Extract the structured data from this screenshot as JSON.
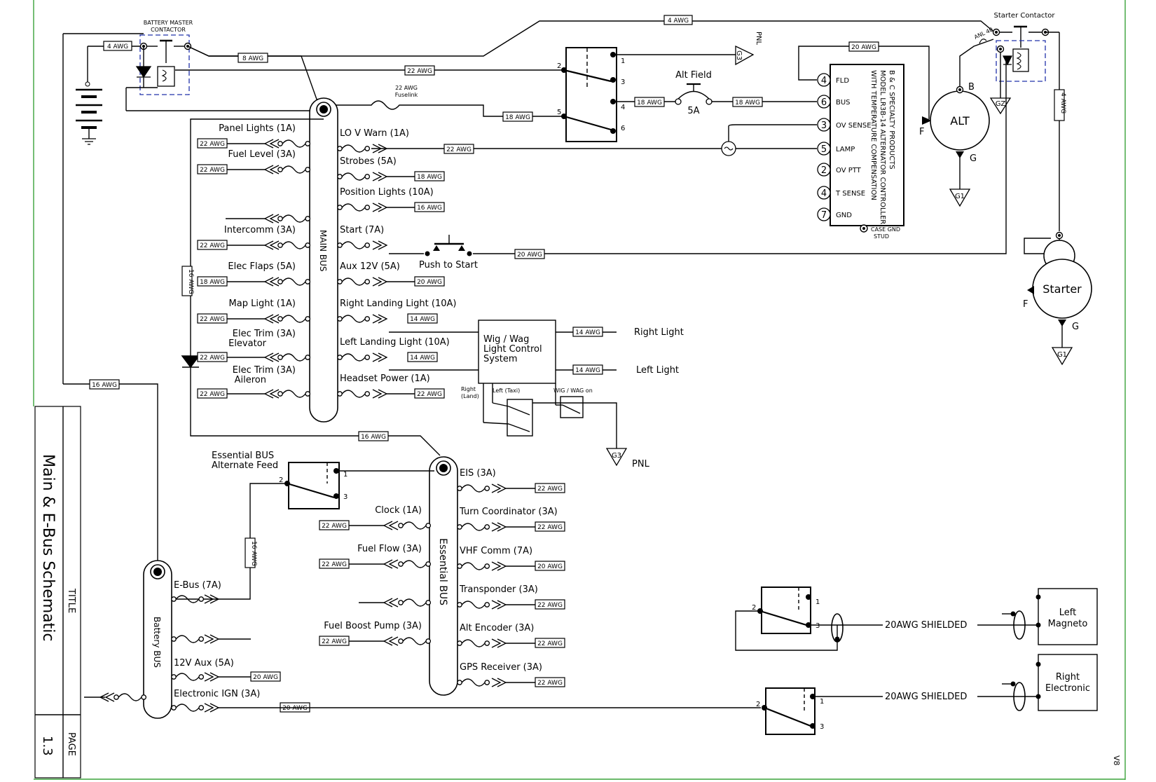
{
  "title_block": {
    "title_heading": "TITLE",
    "title": "Main & E-Bus Schematic",
    "page_heading": "PAGE",
    "page_number": "1.3"
  },
  "revision": "V8",
  "buses": {
    "main": "MAIN BUS",
    "essential": "Essential BUS",
    "battery": "Battery BUS"
  },
  "main_bus_left": [
    {
      "label": "Panel Lights (1A)",
      "awg": "22 AWG"
    },
    {
      "label": "Fuel Level (3A)",
      "awg": "22 AWG"
    },
    {
      "label": "",
      "awg": ""
    },
    {
      "label": "Intercomm (3A)",
      "awg": "22 AWG"
    },
    {
      "label": "Elec Flaps (5A)",
      "awg": "18 AWG"
    },
    {
      "label": "Map Light (1A)",
      "awg": "22 AWG"
    },
    {
      "label": "Elec Trim (3A)",
      "label2": "Elevator",
      "awg": "22 AWG"
    },
    {
      "label": "Elec Trim (3A)",
      "label2": "Aileron",
      "awg": "22 AWG"
    }
  ],
  "main_bus_right": [
    {
      "label": "LO V Warn (1A)",
      "awg": "22 AWG"
    },
    {
      "label": "Strobes (5A)",
      "awg": "18 AWG"
    },
    {
      "label": "Position Lights (10A)",
      "awg": "16 AWG"
    },
    {
      "label": "Start (7A)",
      "awg": "20 AWG"
    },
    {
      "label": "Aux 12V (5A)",
      "awg": "20 AWG"
    },
    {
      "label": "Right Landing Light (10A)",
      "awg": "14 AWG"
    },
    {
      "label": "Left Landing Light (10A)",
      "awg": "14 AWG"
    },
    {
      "label": "Headset Power (1A)",
      "awg": "22 AWG"
    }
  ],
  "ebus_left": [
    {
      "label": "Clock (1A)",
      "awg": "22 AWG"
    },
    {
      "label": "Fuel Flow (3A)",
      "awg": "22 AWG"
    },
    {
      "label": "",
      "awg": ""
    },
    {
      "label": "Fuel Boost Pump (3A)",
      "awg": "22 AWG"
    }
  ],
  "ebus_right": [
    {
      "label": "EIS (3A)",
      "awg": "22 AWG"
    },
    {
      "label": "Turn Coordinator (3A)",
      "awg": "22 AWG"
    },
    {
      "label": "VHF Comm (7A)",
      "awg": "20 AWG"
    },
    {
      "label": "Transponder (3A)",
      "awg": "22 AWG"
    },
    {
      "label": "Alt Encoder (3A)",
      "awg": "22 AWG"
    },
    {
      "label": "GPS Receiver (3A)",
      "awg": "22 AWG"
    }
  ],
  "battery_bus": [
    {
      "label": "E-Bus (7A)",
      "awg": "16 AWG"
    },
    {
      "label": "",
      "awg": ""
    },
    {
      "label": "12V Aux (5A)",
      "awg": "20 AWG"
    },
    {
      "label": "Electronic IGN (3A)",
      "awg": "20 AWG"
    }
  ],
  "labels": {
    "battery_master": "BATTERY MASTER",
    "contactor": "CONTACTOR",
    "starter_contactor": "Starter Contactor",
    "fuselink_awg": "22 AWG",
    "fuselink": "Fuselink",
    "alt_field": "Alt Field",
    "alt_field_rating": "5A",
    "pnl": "PNL",
    "push_to_start": "Push to Start",
    "alt": "ALT",
    "starter": "Starter",
    "terminal_b": "B",
    "terminal_f": "F",
    "terminal_g": "G",
    "g1": "G1",
    "g2": "GZ",
    "g3": "G3",
    "wigwag_box": [
      "Wig / Wag",
      "Light Control",
      "System"
    ],
    "right_light": "Right Light",
    "left_light": "Left Light",
    "right_land": [
      "Right",
      "(Land)"
    ],
    "left_taxi": "Left (Taxi)",
    "wigwag_on": "WIG / WAG on",
    "ess_alt_feed": [
      "Essential BUS",
      "Alternate Feed"
    ],
    "left_magneto": [
      "Left",
      "Magneto"
    ],
    "right_electronic": [
      "Right",
      "Electronic"
    ],
    "shielded_1": "20AWG SHIELDED",
    "shielded_2": "20AWG SHIELDED",
    "case_gnd": [
      "CASE GND",
      "STUD"
    ],
    "anl_40": "ANL 40"
  },
  "controller": {
    "title_lines": [
      "B & C SPECIALTY PRODUCTS",
      "MODEL LR3B-14 ALTERNATOR CONTROLLER",
      "WITH TEMPERATURE COMPENSATION"
    ],
    "pins": [
      {
        "num": "4",
        "name": "FLD"
      },
      {
        "num": "6",
        "name": "BUS"
      },
      {
        "num": "3",
        "name": "OV SENSE"
      },
      {
        "num": "5",
        "name": "LAMP"
      },
      {
        "num": "2",
        "name": "OV PTT"
      },
      {
        "num": "4",
        "name": "T SENSE"
      },
      {
        "num": "7",
        "name": "GND"
      }
    ]
  },
  "wires": {
    "w_bat": "4 AWG",
    "w_top": "4 AWG",
    "w_main": "8 AWG",
    "w_sw2": "22 AWG",
    "w_sw5": "18 AWG",
    "w_sw4": "18 AWG",
    "w_field": "18 AWG",
    "w_fld": "20 AWG",
    "w_lov": "22 AWG",
    "w_start": "20 AWG",
    "w_starter": "4 AWG",
    "w_16a": "16 AWG",
    "w_16b": "16 AWG",
    "w_16c": "16 AWG",
    "w_rl": "14 AWG",
    "w_ll": "14 AWG"
  },
  "switch_numbers": {
    "master": [
      "2",
      "1",
      "3",
      "5",
      "4",
      "6"
    ],
    "ess": [
      "2",
      "1",
      "3"
    ],
    "mag": [
      "2",
      "1",
      "3"
    ],
    "ign": [
      "2",
      "1",
      "3"
    ]
  }
}
